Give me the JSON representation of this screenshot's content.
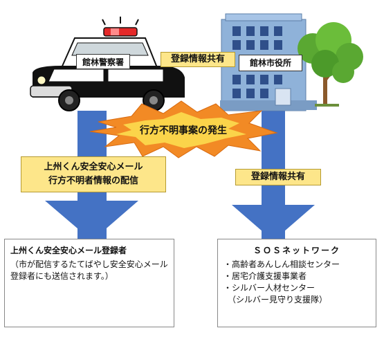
{
  "police": {
    "label": "館林警察署"
  },
  "city_office": {
    "label": "館林市役所"
  },
  "top_share_label": "登録情報共有",
  "incident_label": "行方不明事案の発生",
  "mail_delivery": {
    "line1": "上州くん安全安心メール",
    "line2": "行方不明者情報の配信"
  },
  "right_share_label": "登録情報共有",
  "left_box": {
    "title": "上州くん安全安心メール登録者",
    "note": "（市が配信するたてばやし安全安心メール登録者にも送信されます。）"
  },
  "right_box": {
    "title": "ＳＯＳネットワーク",
    "items": [
      "・高齢者あんしん相談センター",
      "・居宅介護支援事業者",
      "・シルバー人材センター",
      "　（シルバー見守り支援隊）"
    ]
  },
  "colors": {
    "arrow_blue": "#4472c4",
    "label_yellow": "#fde68a",
    "burst_orange": "#f28a25",
    "burst_inner": "#fbd44a",
    "building_blue": "#8fb2d9",
    "tree_green": "#5aa832"
  }
}
